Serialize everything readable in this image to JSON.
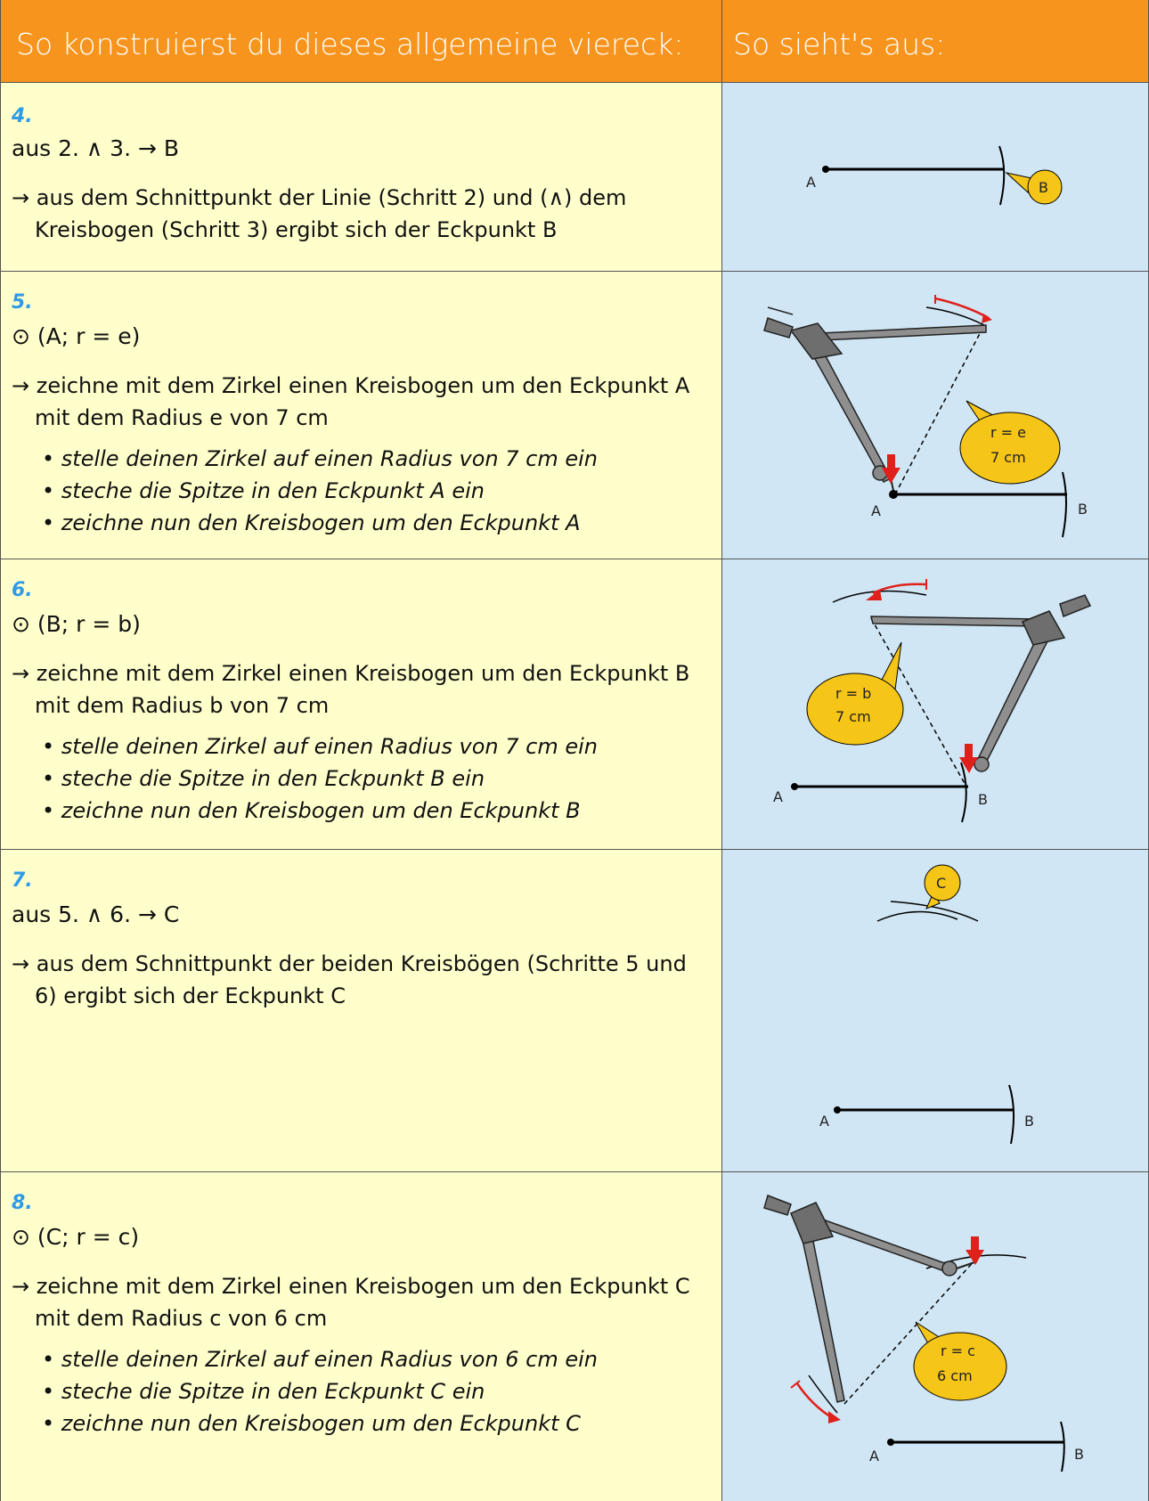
{
  "header": {
    "left_title": "So konstruierst du dieses allgemeine viereck:",
    "right_title": "So sieht's aus:"
  },
  "rows": [
    {
      "step": "4.",
      "formula": "aus 2. ∧ 3. → B",
      "desc_line1": "→ aus dem Schnittpunkt der Linie (Schritt 2) und (∧) dem",
      "desc_line2": "Kreisbogen (Schritt 3) ergibt sich der Eckpunkt B",
      "labels": {
        "a": "A",
        "bubble": "B"
      }
    },
    {
      "step": "5.",
      "formula": "⊙ (A; r = e)",
      "desc_line1": "→ zeichne mit dem Zirkel einen Kreisbogen um den Eckpunkt A",
      "desc_line2": "mit dem Radius e von 7 cm",
      "subs": [
        "• stelle deinen Zirkel auf einen Radius von 7 cm ein",
        "• steche die Spitze in den Eckpunkt A ein",
        "• zeichne nun den Kreisbogen um den Eckpunkt A"
      ],
      "labels": {
        "a": "A",
        "b": "B",
        "bubble1": "r = e",
        "bubble2": "7 cm"
      }
    },
    {
      "step": "6.",
      "formula": "⊙ (B; r = b)",
      "desc_line1": "→ zeichne mit dem Zirkel einen Kreisbogen um den Eckpunkt B",
      "desc_line2": "mit dem Radius b von 7 cm",
      "subs": [
        "• stelle deinen Zirkel auf einen Radius von 7 cm ein",
        "• steche die Spitze in den Eckpunkt B ein",
        "• zeichne nun den Kreisbogen um den Eckpunkt B"
      ],
      "labels": {
        "a": "A",
        "b": "B",
        "bubble1": "r = b",
        "bubble2": "7 cm"
      }
    },
    {
      "step": "7.",
      "formula": "aus 5. ∧ 6. → C",
      "desc_line1": "→ aus dem Schnittpunkt der beiden Kreisbögen (Schritte 5 und",
      "desc_line2": "6) ergibt sich der Eckpunkt C",
      "labels": {
        "a": "A",
        "b": "B",
        "bubble": "C"
      }
    },
    {
      "step": "8.",
      "formula": "⊙ (C; r = c)",
      "desc_line1": "→ zeichne mit dem Zirkel einen Kreisbogen um den Eckpunkt C",
      "desc_line2": "mit dem Radius c von 6 cm",
      "subs": [
        "• stelle deinen Zirkel auf einen Radius von 6 cm ein",
        "• steche die Spitze in den Eckpunkt C ein",
        "• zeichne nun den Kreisbogen um den Eckpunkt C"
      ],
      "labels": {
        "a": "A",
        "b": "B",
        "bubble1": "r = c",
        "bubble2": "6 cm"
      }
    }
  ],
  "colors": {
    "header": "#f7941d",
    "left_bg": "#ffffcc",
    "right_bg": "#d0e6f5",
    "step_number": "#2f9be8",
    "bubble": "#f5c518",
    "arrow": "#e0201b"
  }
}
